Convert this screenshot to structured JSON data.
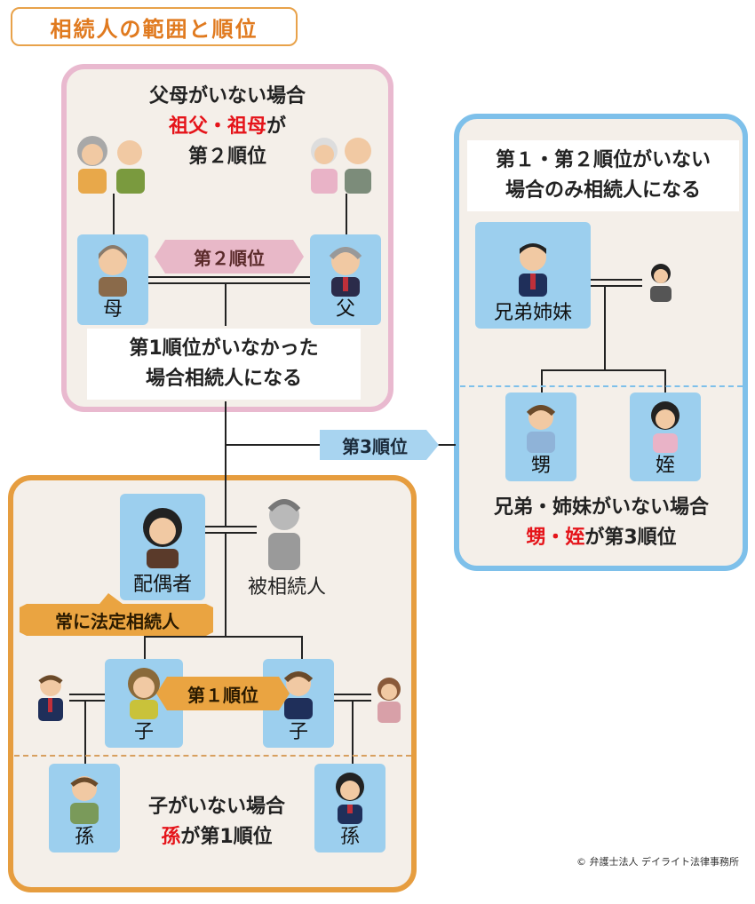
{
  "title": "相続人の範囲と順位",
  "copyright": "© 弁護士法人 デイライト法律事務所",
  "second_rank_panel": {
    "header_line1": "父母がいない場合",
    "header_line2_red": "祖父・祖母",
    "header_line2_suffix": "が",
    "header_line3": "第２順位",
    "mother_label": "母",
    "father_label": "父",
    "rank_tag": "第２順位",
    "footer_line1": "第1順位がいなかった",
    "footer_line2": "場合相続人になる"
  },
  "third_rank_panel": {
    "header_line1": "第１・第２順位がいない",
    "header_line2": "場合のみ相続人になる",
    "siblings_label": "兄弟姉妹",
    "nephew_label": "甥",
    "niece_label": "姪",
    "footer_line1": "兄弟・姉妹がいない場合",
    "footer_line2_red": "甥・姪",
    "footer_line2_suffix": "が第3順位",
    "rank_tag": "第3順位"
  },
  "first_rank_panel": {
    "spouse_label": "配偶者",
    "deceased_label": "被相続人",
    "spouse_tag": "常に法定相続人",
    "child1_label": "子",
    "child2_label": "子",
    "rank_tag": "第１順位",
    "grandchild1_label": "孫",
    "grandchild2_label": "孫",
    "footer_line1": "子がいない場合",
    "footer_line2_red": "孫",
    "footer_line2_suffix": "が第1順位"
  },
  "colors": {
    "pink_border": "#e9b9cf",
    "blue_border": "#7ec0ea",
    "orange_border": "#e69d3f",
    "panel_bg": "#f4efe9",
    "person_box": "#9ccfee",
    "tag_pink": "#e8b8c8",
    "tag_orange": "#eaa441",
    "tag_blue": "#a8d4f0",
    "red_text": "#e5141a"
  },
  "icons": [
    "grandmother-icon",
    "grandfather-icon",
    "mother-icon",
    "father-icon",
    "sibling-man-icon",
    "sibling-woman-icon",
    "nephew-icon",
    "niece-icon",
    "spouse-icon",
    "deceased-icon",
    "child-woman-icon",
    "child-man-icon",
    "in-law-man-icon",
    "in-law-woman-icon",
    "grandchild-boy-icon",
    "grandchild-girl-icon"
  ]
}
